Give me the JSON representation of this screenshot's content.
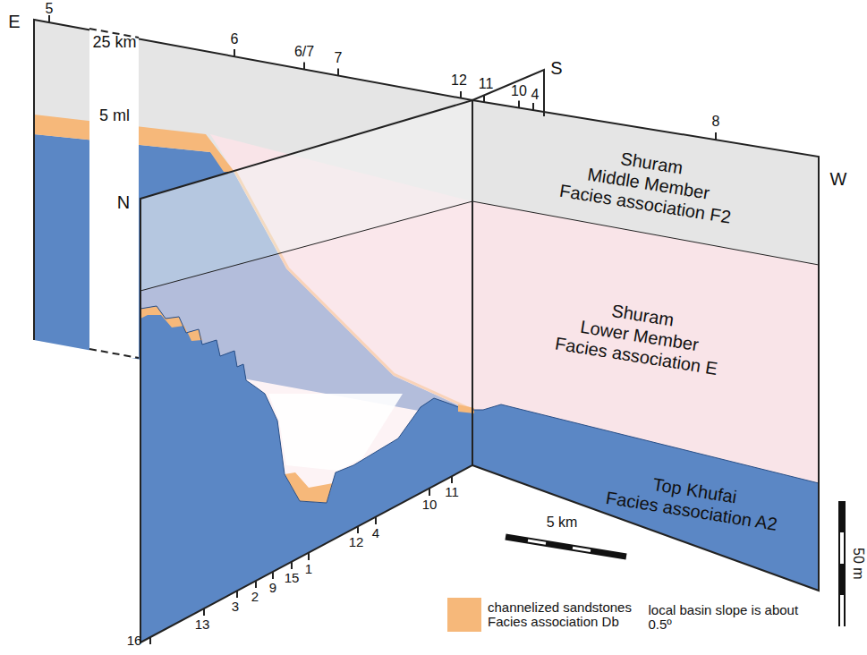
{
  "diagram": {
    "nodes": [
      {
        "text": [
          "Shuram",
          "Middle Member",
          "Facies association F2"
        ]
      },
      {
        "text": [
          "Shuram",
          "Lower Member",
          "Facies association E"
        ]
      },
      {
        "text": [
          "Top Khufai",
          "Facies association A2"
        ]
      }
    ],
    "labels": [
      "E",
      "5",
      "25 km",
      "5 ml",
      "N",
      "6",
      "6/7",
      "7",
      "12",
      "11",
      "10",
      "4",
      "S",
      "8",
      "W",
      "50 m",
      "5 km",
      "16",
      "13",
      "3",
      "2",
      "9",
      "15",
      "1",
      "12",
      "4",
      "10",
      "11",
      "local basin slope is about 0.5º"
    ],
    "legend": [
      {
        "text": "channelized sandstones Facies association Db",
        "color": "#f6b87a"
      }
    ]
  }
}
